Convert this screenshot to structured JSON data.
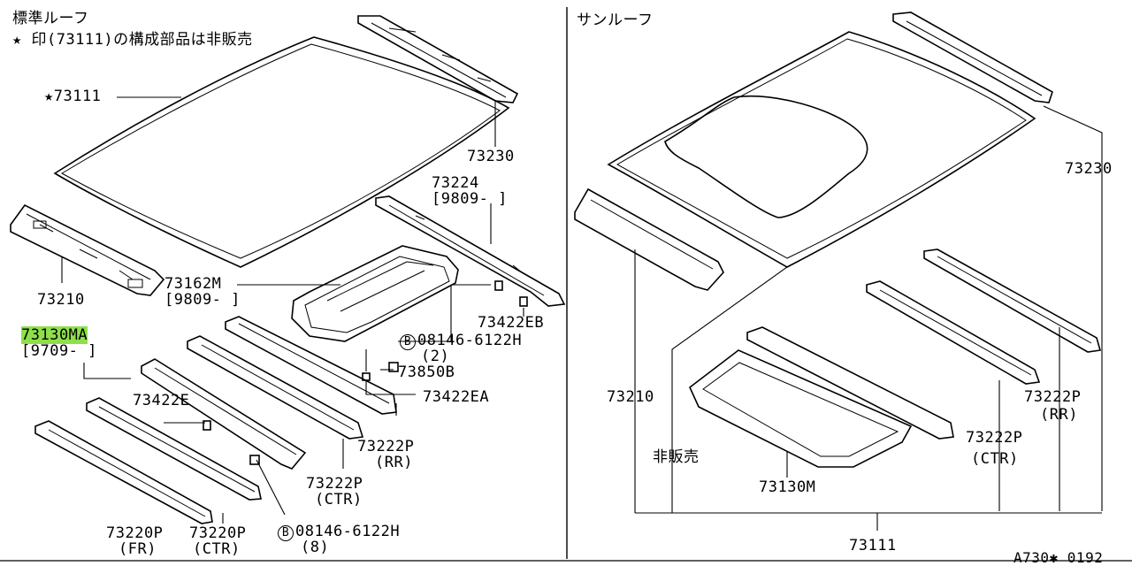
{
  "left": {
    "title": "標準ルーフ",
    "note": "★ 印(73111)の構成部品は非販売",
    "labels": {
      "roof_panel": "★73111",
      "rail_73230": "73230",
      "rail_73224": "73224",
      "rail_73224_date": "[9809-     ]",
      "rail_73210": "73210",
      "panel_73162m": "73162M",
      "panel_73162m_date": "[9809-     ]",
      "clip_73422eb": "73422EB",
      "bolt_08146": "08146-6122H",
      "bolt_08146_qty": "(2)",
      "nut_73850b": "73850B",
      "clip_73422ea": "73422EA",
      "part_73130ma": "73130MA",
      "part_73130ma_date": "[9709-     ]",
      "clip_73422e": "73422E",
      "bow_rr": "73222P",
      "bow_rr_pos": "(RR)",
      "bow_ctr": "73222P",
      "bow_ctr_pos": "(CTR)",
      "rail_fr": "73220P",
      "rail_fr_pos": "(FR)",
      "rail_ctr": "73220P",
      "rail_ctr_pos": "(CTR)",
      "bolt2": "08146-6122H",
      "bolt2_qty": "(8)",
      "bolt_mark": "B"
    }
  },
  "right": {
    "title": "サンルーフ",
    "labels": {
      "rail_73230": "73230",
      "rail_73210": "73210",
      "not_sold": "非販売",
      "frame_73130m": "73130M",
      "bow_rr": "73222P",
      "bow_rr_pos": "(RR)",
      "bow_ctr": "73222P",
      "bow_ctr_pos": "(CTR)",
      "roof_73111": "73111"
    }
  },
  "footer": {
    "diagram_code": "A730✱ 0192"
  }
}
